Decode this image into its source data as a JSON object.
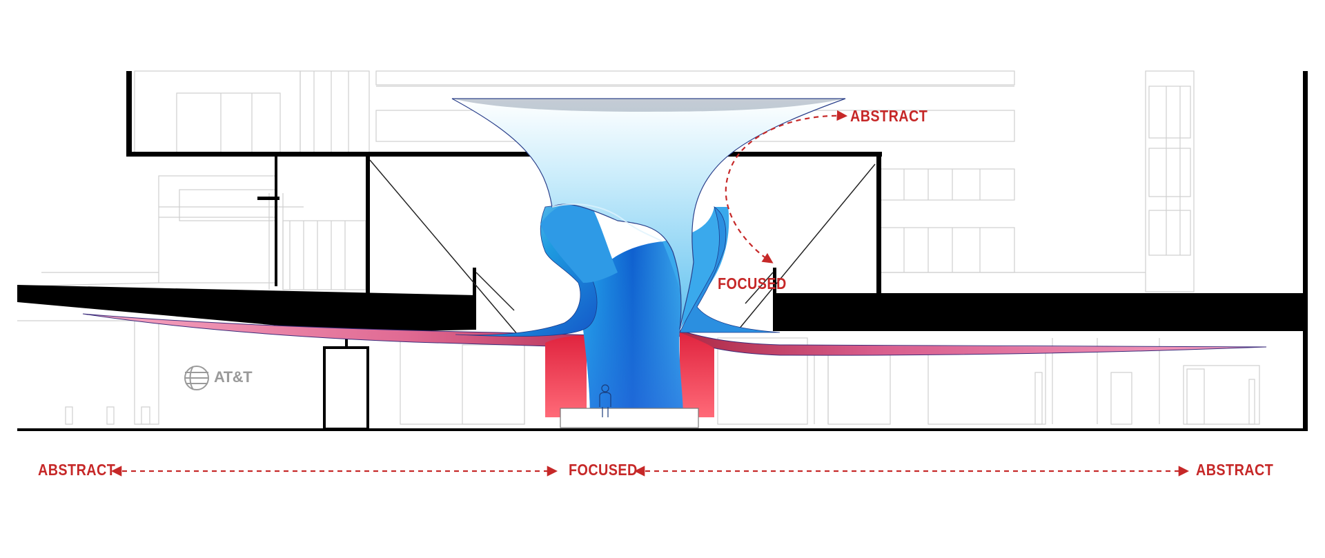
{
  "colors": {
    "accent_red": "#c62828",
    "funnel_light": "#dff3fd",
    "funnel_mid": "#5ec0ef",
    "funnel_dark": "#1d63d6",
    "ribbon_pink": "#ee7aa6",
    "ribbon_dark": "#b8284e",
    "backwall_red": "#ff3d56",
    "structure_black": "#000000",
    "context_line": "#c9c9c9"
  },
  "labels": {
    "abstract_top": "ABSTRACT",
    "focused_mid": "FOCUSED",
    "abstract_left": "ABSTRACT",
    "focused_bottom": "FOCUSED",
    "abstract_right": "ABSTRACT"
  },
  "signage": {
    "logo_text": "AT&T",
    "logo_icon": "globe-icon"
  },
  "icons": {
    "human_figure": "person-icon",
    "arrows": "dashed-arrow-icon"
  }
}
